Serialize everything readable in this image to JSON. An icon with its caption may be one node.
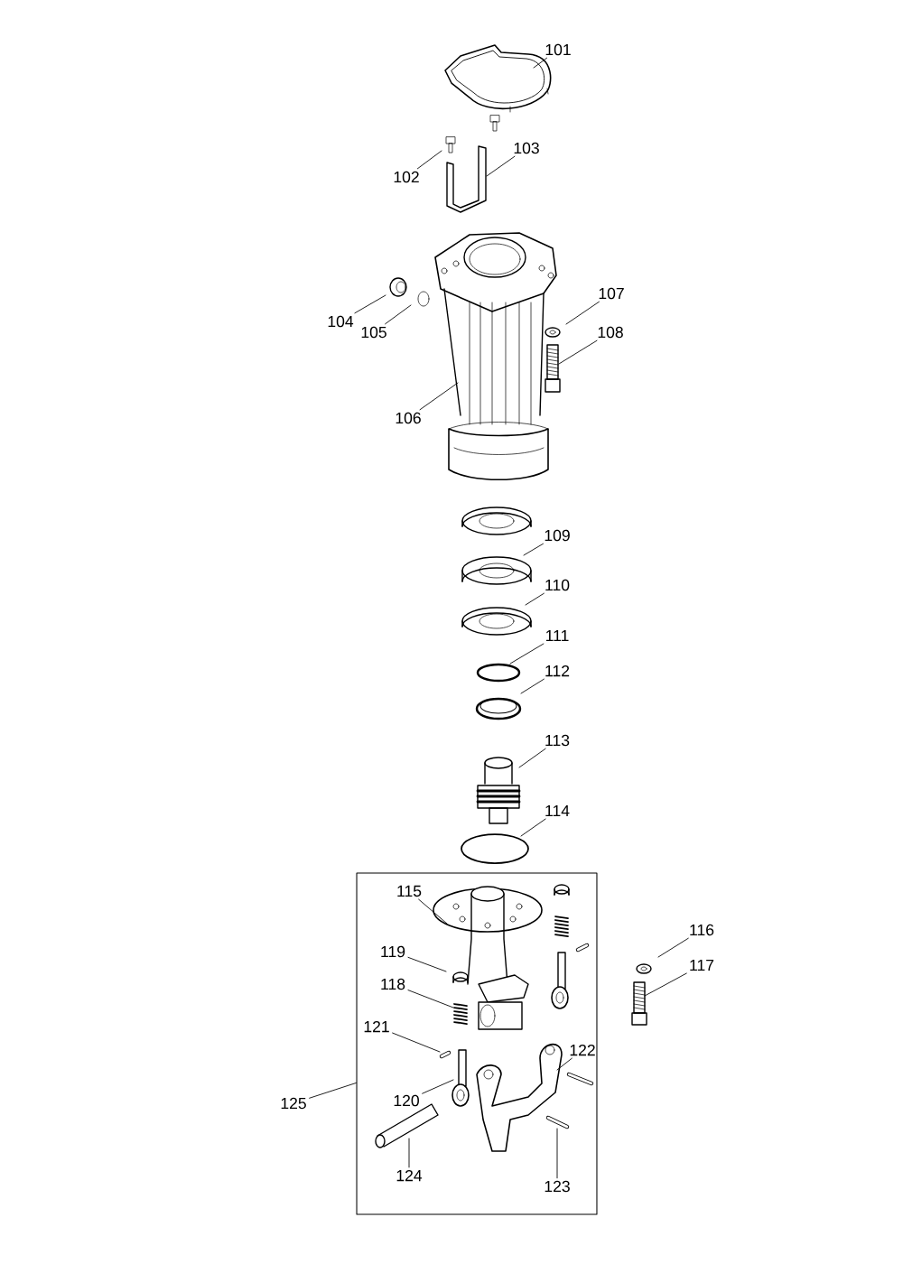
{
  "diagram": {
    "nodes": [
      {
        "text": [
          "101"
        ]
      },
      {
        "text": [
          "102"
        ]
      },
      {
        "text": [
          "103"
        ]
      },
      {
        "text": [
          "104"
        ]
      },
      {
        "text": [
          "105"
        ]
      },
      {
        "text": [
          "106"
        ]
      },
      {
        "text": [
          "107"
        ]
      },
      {
        "text": [
          "108"
        ]
      },
      {
        "text": [
          "109"
        ]
      },
      {
        "text": [
          "110"
        ]
      },
      {
        "text": [
          "111"
        ]
      },
      {
        "text": [
          "112"
        ]
      },
      {
        "text": [
          "113"
        ]
      },
      {
        "text": [
          "114"
        ]
      },
      {
        "text": [],
        "shape": "box"
      },
      {
        "text": [
          "115"
        ],
        "in": 14
      },
      {
        "text": [
          "116"
        ]
      },
      {
        "text": [
          "117"
        ]
      },
      {
        "text": [
          "118"
        ],
        "in": 14
      },
      {
        "text": [
          "119"
        ],
        "in": 14
      },
      {
        "text": [
          "120"
        ],
        "in": 14
      },
      {
        "text": [
          "121"
        ],
        "in": 14
      },
      {
        "text": [
          "122"
        ],
        "in": 14
      },
      {
        "text": [
          "123"
        ],
        "in": 14
      },
      {
        "text": [
          "124"
        ],
        "in": 14
      },
      {
        "text": [
          "125"
        ]
      }
    ],
    "edges": [
      {
        "from": 0,
        "to": null,
        "arrow": "none"
      },
      {
        "from": 1,
        "to": null,
        "arrow": "none"
      },
      {
        "from": 2,
        "to": null,
        "arrow": "none"
      },
      {
        "from": 3,
        "to": null,
        "arrow": "none"
      },
      {
        "from": 4,
        "to": null,
        "arrow": "none"
      },
      {
        "from": 5,
        "to": null,
        "arrow": "none"
      },
      {
        "from": 6,
        "to": null,
        "arrow": "none"
      },
      {
        "from": 7,
        "to": null,
        "arrow": "none"
      },
      {
        "from": 8,
        "to": null,
        "arrow": "none"
      },
      {
        "from": 9,
        "to": null,
        "arrow": "none"
      },
      {
        "from": 10,
        "to": null,
        "arrow": "none"
      },
      {
        "from": 11,
        "to": null,
        "arrow": "none"
      },
      {
        "from": 12,
        "to": null,
        "arrow": "none"
      },
      {
        "from": 13,
        "to": null,
        "arrow": "none"
      },
      {
        "from": 15,
        "to": null,
        "arrow": "none"
      },
      {
        "from": 16,
        "to": null,
        "arrow": "none"
      },
      {
        "from": 17,
        "to": null,
        "arrow": "none"
      },
      {
        "from": 18,
        "to": null,
        "arrow": "none"
      },
      {
        "from": 19,
        "to": null,
        "arrow": "none"
      },
      {
        "from": 20,
        "to": null,
        "arrow": "none"
      },
      {
        "from": 21,
        "to": null,
        "arrow": "none"
      },
      {
        "from": 22,
        "to": null,
        "arrow": "none"
      },
      {
        "from": 23,
        "to": null,
        "arrow": "none"
      },
      {
        "from": 24,
        "to": null,
        "arrow": "none"
      },
      {
        "from": 25,
        "to": 14,
        "arrow": "none"
      }
    ]
  }
}
